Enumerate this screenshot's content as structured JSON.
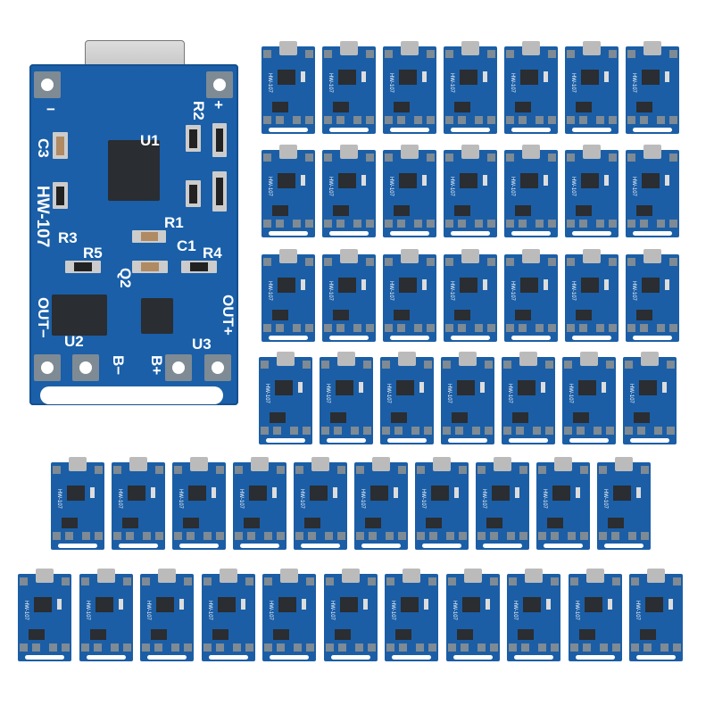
{
  "large_board": {
    "model": "HW-107",
    "labels": {
      "minus": "−",
      "plus": "+",
      "r2": "R2",
      "c3": "C3",
      "u1": "U1",
      "r3": "R3",
      "r1": "R1",
      "c1": "C1",
      "r5": "R5",
      "r4": "R4",
      "q2": "Q2",
      "out_minus": "OUT−",
      "out_plus": "OUT+",
      "u2": "U2",
      "u3": "U3",
      "b_minus": "B−",
      "b_plus": "B+"
    },
    "pcb_color": "#1a5fa8"
  },
  "small_boards": {
    "rows": [
      7,
      7,
      7,
      7,
      10,
      11
    ],
    "model": "HW-107"
  }
}
